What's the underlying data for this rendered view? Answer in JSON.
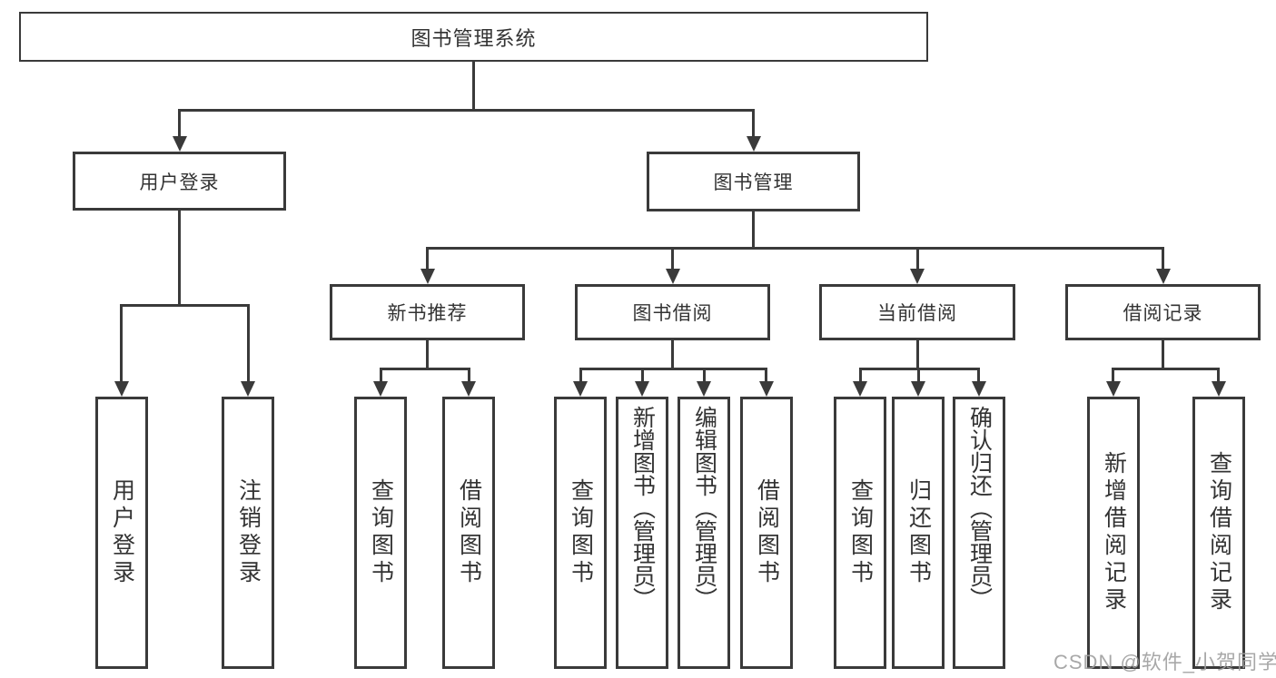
{
  "tree": {
    "label": "图书管理系统",
    "children": [
      {
        "label": "用户登录",
        "children": [
          {
            "label": "用户登录"
          },
          {
            "label": "注销登录"
          }
        ]
      },
      {
        "label": "图书管理",
        "children": [
          {
            "label": "新书推荐",
            "children": [
              {
                "label": "查询图书"
              },
              {
                "label": "借阅图书"
              }
            ]
          },
          {
            "label": "图书借阅",
            "children": [
              {
                "label": "查询图书"
              },
              {
                "label": "新增图书（管理员）"
              },
              {
                "label": "编辑图书（管理员）"
              },
              {
                "label": "借阅图书"
              }
            ]
          },
          {
            "label": "当前借阅",
            "children": [
              {
                "label": "查询图书"
              },
              {
                "label": "归还图书"
              },
              {
                "label": "确认归还（管理员）"
              }
            ]
          },
          {
            "label": "借阅记录",
            "children": [
              {
                "label": "新增借阅记录"
              },
              {
                "label": "查询借阅记录"
              }
            ]
          }
        ]
      }
    ]
  },
  "watermark": {
    "text": "CSDN @软件_小贺同学",
    "color": "#9e9e9e"
  },
  "colors": {
    "line": "#3a3a3a",
    "text": "#333333",
    "background": "#ffffff"
  }
}
